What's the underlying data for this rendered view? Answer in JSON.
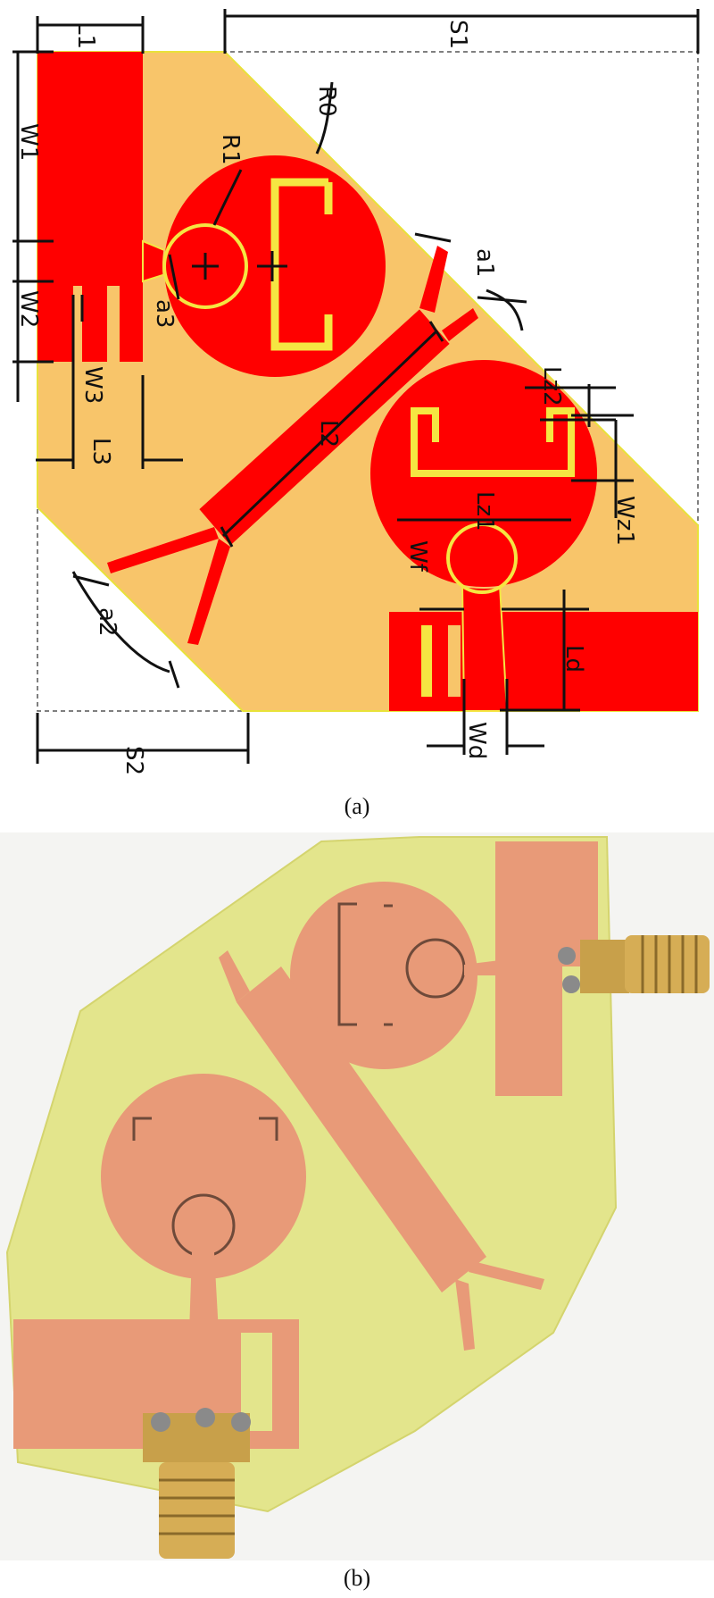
{
  "figure_a": {
    "caption": "(a)",
    "dimension_labels": {
      "L1": "L1",
      "S1": "S1",
      "R0": "R0",
      "R1": "R1",
      "W1": "W1",
      "W2": "W2",
      "W3": "W3",
      "L3": "L3",
      "a1": "a1",
      "a2": "a2",
      "a3": "a3",
      "L2": "L2",
      "Lz2": "Lz2",
      "Lz1": "Lz1",
      "Wz1": "Wz1",
      "Wf": "Wf",
      "Ld": "Ld",
      "Wd": "Wd",
      "S2": "S2"
    },
    "colors": {
      "substrate": "#f8c56a",
      "metal": "#ff0000",
      "slot": "#f5e642",
      "lines": "#111111"
    }
  },
  "figure_b": {
    "caption": "(b)",
    "colors": {
      "substrate": "#e3e58c",
      "copper": "#e89a78",
      "connector": "#c8a04a"
    }
  }
}
